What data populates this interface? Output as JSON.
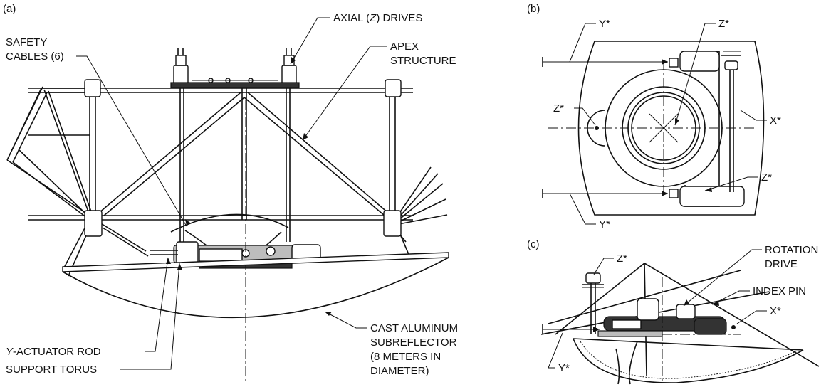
{
  "panels": {
    "a": {
      "tag": "(a)",
      "labels": {
        "safety_cables_1": "SAFETY",
        "safety_cables_2": "CABLES (6)",
        "axial_drives_pre": "AXIAL (",
        "axial_drives_z": "Z",
        "axial_drives_post": ") DRIVES",
        "apex_1": "APEX",
        "apex_2": "STRUCTURE",
        "y_actuator_y": "Y",
        "y_actuator_rest": "-ACTUATOR ROD",
        "support_torus": "SUPPORT TORUS",
        "subreflector_1": "CAST ALUMINUM",
        "subreflector_2": "SUBREFLECTOR",
        "subreflector_3": "(8 METERS IN",
        "subreflector_4": "DIAMETER)"
      }
    },
    "b": {
      "tag": "(b)",
      "labels": {
        "y_top": "Y*",
        "z_top": "Z*",
        "z_left": "Z*",
        "x_right": "X*",
        "z_bottom": "Z*",
        "y_bottom": "Y*"
      }
    },
    "c": {
      "tag": "(c)",
      "labels": {
        "z": "Z*",
        "rotation_1": "ROTATION",
        "rotation_2": "DRIVE",
        "index_pin": "INDEX PIN",
        "x": "X*",
        "y": "Y*"
      }
    }
  }
}
